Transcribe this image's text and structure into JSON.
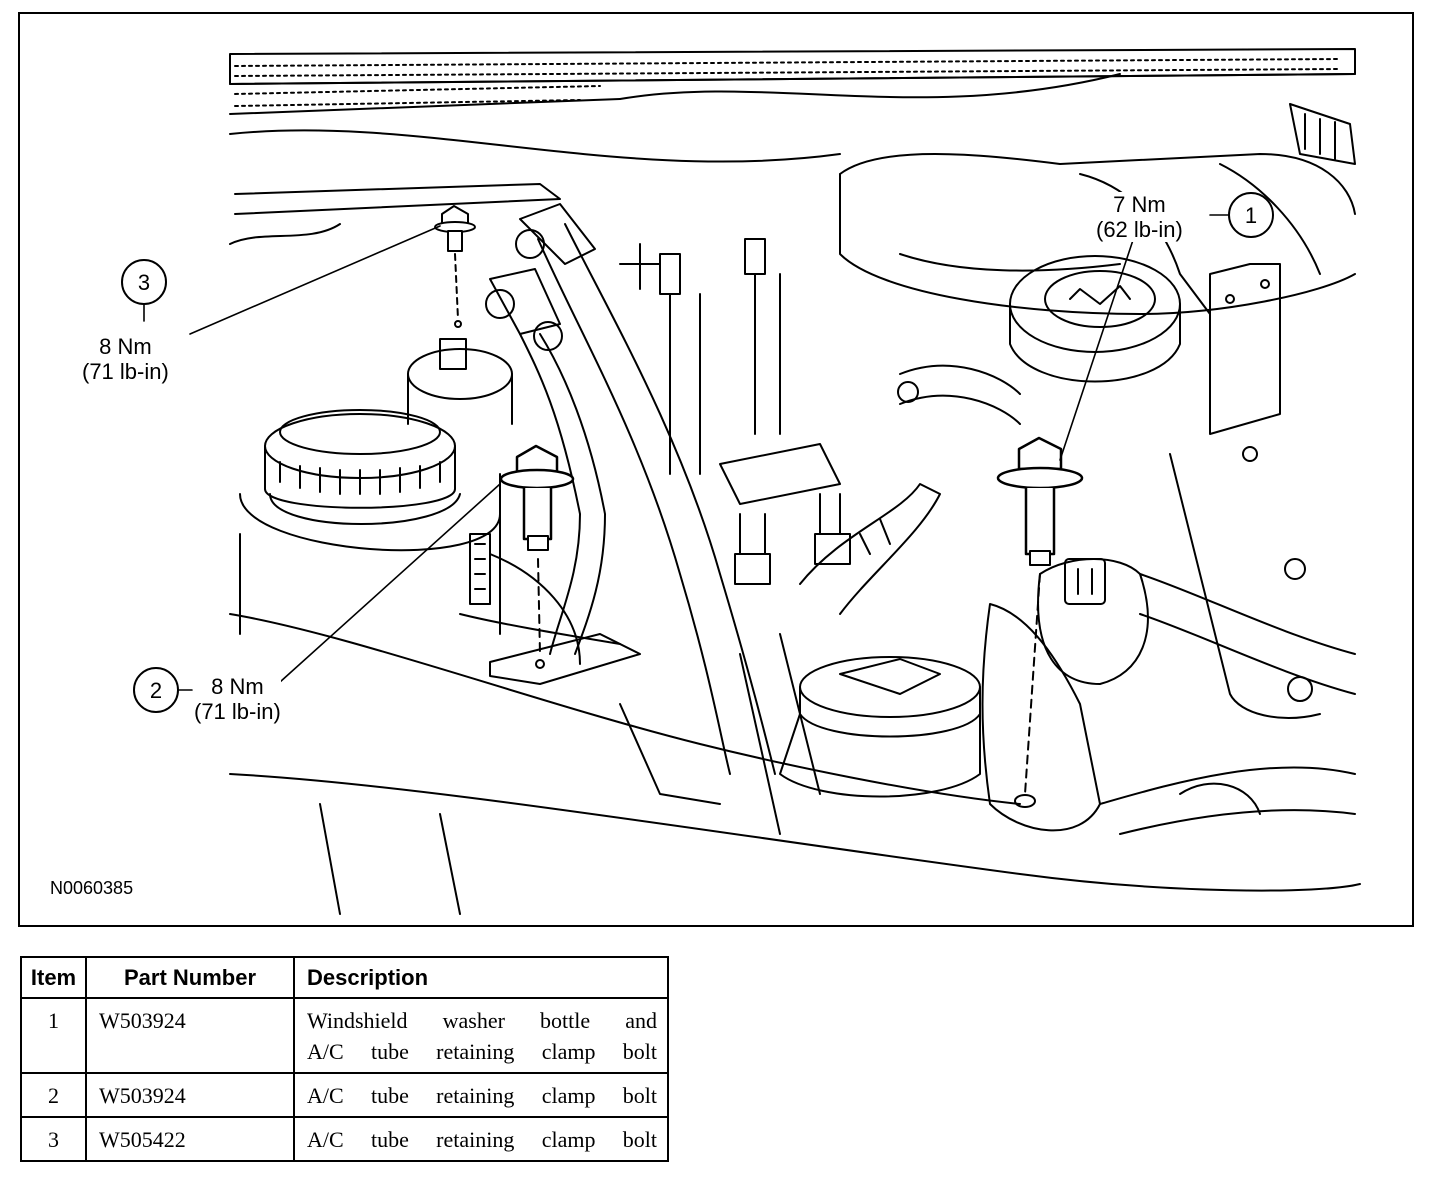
{
  "callouts": [
    {
      "number": "1",
      "torque_nm": "7 Nm",
      "torque_lbin": "(62 lb-in)"
    },
    {
      "number": "2",
      "torque_nm": "8 Nm",
      "torque_lbin": "(71 lb-in)"
    },
    {
      "number": "3",
      "torque_nm": "8 Nm",
      "torque_lbin": "(71 lb-in)"
    }
  ],
  "figure_id": "N0060385",
  "table": {
    "headers": [
      "Item",
      "Part Number",
      "Description"
    ],
    "rows": [
      {
        "item": "1",
        "part": "W503924",
        "description_lines": [
          "Windshield washer bottle and",
          "A/C tube retaining clamp bolt"
        ]
      },
      {
        "item": "2",
        "part": "W503924",
        "description_lines": [
          "A/C tube retaining clamp bolt"
        ]
      },
      {
        "item": "3",
        "part": "W505422",
        "description_lines": [
          "A/C tube retaining clamp bolt"
        ]
      }
    ]
  },
  "colors": {
    "ink": "#000000",
    "paper": "#ffffff"
  }
}
